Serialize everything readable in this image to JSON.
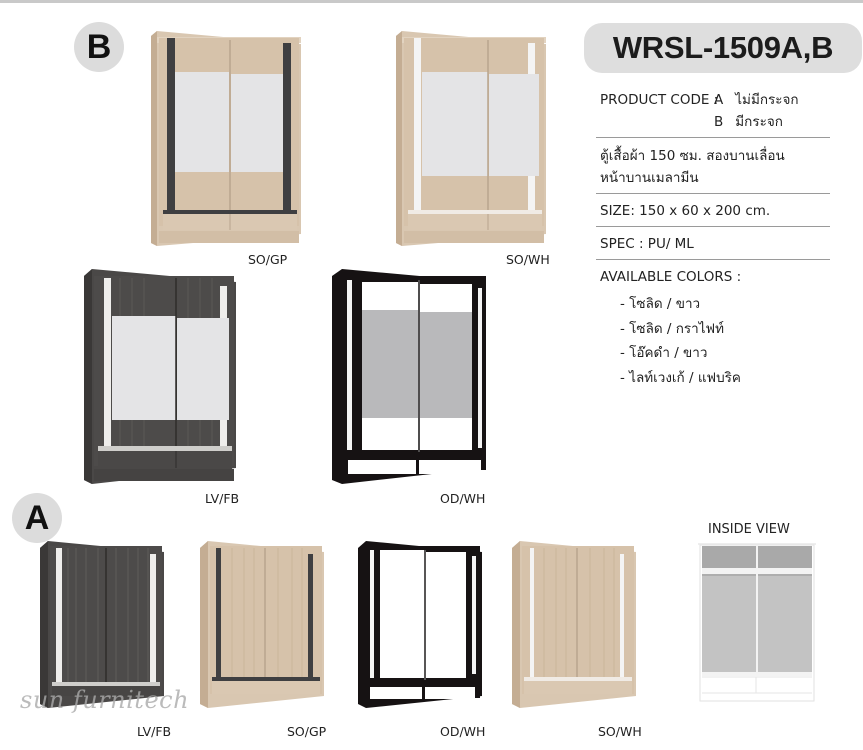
{
  "header": {
    "model_title": "WRSL-1509A,B",
    "badge_b": "B",
    "badge_a": "A"
  },
  "info": {
    "product_code_label": "PRODUCT CODE :",
    "product_codes": [
      {
        "code": "A",
        "desc": "ไม่มีกระจก"
      },
      {
        "code": "B",
        "desc": "มีกระจก"
      }
    ],
    "description_line1": "ตู้เสื้อผ้า 150 ซม. สองบานเลื่อน",
    "description_line2": "หน้าบานเมลามีน",
    "size": "SIZE: 150 x 60 x 200 cm.",
    "spec": "SPEC : PU/ ML",
    "available_colors_label": "AVAILABLE COLORS :",
    "available_colors": [
      "- โซลิด / ขาว",
      "- โซลิด / กราไฟท์",
      "- โอ๊คดำ / ขาว",
      "- ไลท์เวงเก้ / แฟบริค"
    ]
  },
  "variants_b": [
    {
      "code": "SO/GP"
    },
    {
      "code": "SO/WH"
    },
    {
      "code": "LV/FB"
    },
    {
      "code": "OD/WH"
    }
  ],
  "variants_a": [
    {
      "code": "LV/FB"
    },
    {
      "code": "SO/GP"
    },
    {
      "code": "OD/WH"
    },
    {
      "code": "SO/WH"
    }
  ],
  "inside_view_label": "INSIDE VIEW",
  "watermark": "sun furnitech",
  "colors": {
    "sonoma_oak": "#d9c7b1",
    "sonoma_oak_dark": "#c4ad93",
    "graphite": "#3f3f41",
    "white_trim": "#f4f4f4",
    "larch_dark": "#4a4847",
    "larch_darker": "#3a3837",
    "oak_dark_black": "#161213",
    "glass": "#e4e4e6",
    "mirror_grey": "#b9b9bb",
    "badge_bg": "#dcdcdc",
    "title_pill_bg": "#dedede"
  }
}
